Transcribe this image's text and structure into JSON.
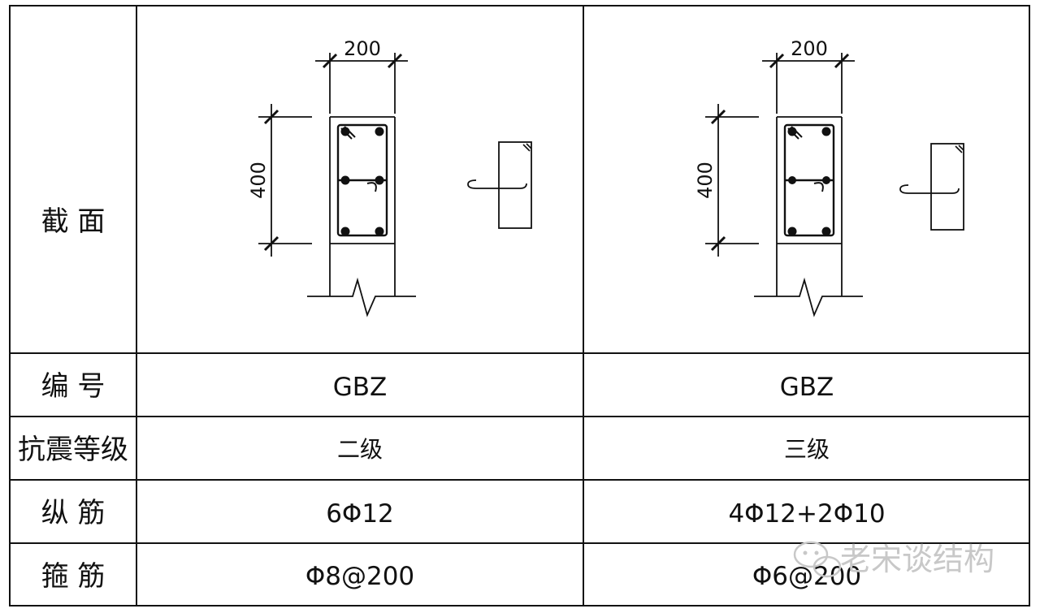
{
  "table": {
    "row_labels": {
      "section": "截 面",
      "number": "编 号",
      "seismic_grade": "抗震等级",
      "longitudinal_bars": "纵 筋",
      "stirrups": "箍 筋"
    },
    "columns": [
      {
        "number": "GBZ",
        "seismic_grade": "二级",
        "longitudinal_bars": "6Φ12",
        "stirrups": "Φ8@200",
        "section": {
          "width_dim": "200",
          "height_dim": "400"
        }
      },
      {
        "number": "GBZ",
        "seismic_grade": "三级",
        "longitudinal_bars": "4Φ12+2Φ10",
        "stirrups": "Φ6@200",
        "section": {
          "width_dim": "200",
          "height_dim": "400"
        }
      }
    ]
  },
  "watermark": {
    "text": "老宋谈结构"
  },
  "colors": {
    "line": "#111111",
    "watermark": "#c8c8c8",
    "background": "#ffffff"
  }
}
